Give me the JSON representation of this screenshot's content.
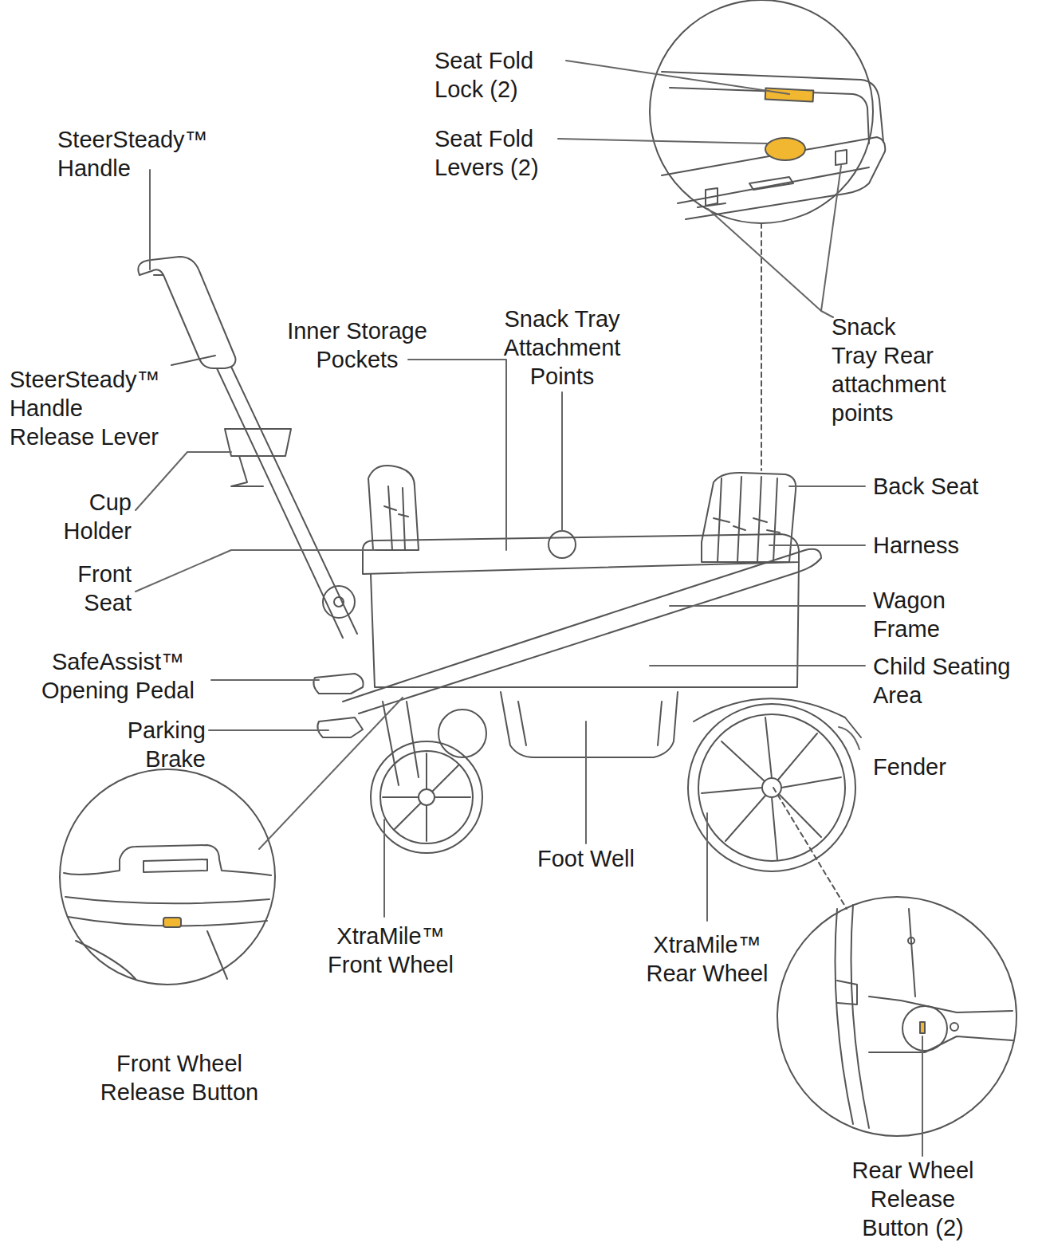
{
  "diagram": {
    "labels": [
      "Seat Fold Lock (2)",
      "Seat Fold Levers (2)",
      "SteerSteady™ Handle",
      "Inner Storage Pockets",
      "Snack Tray Attachment Points",
      "Snack Tray Rear attachment points",
      "SteerSteady™ Handle Release Lever",
      "Cup Holder",
      "Back Seat",
      "Harness",
      "Front Seat",
      "Wagon Frame",
      "SafeAssist™ Opening Pedal",
      "Child Seating Area",
      "Parking Brake",
      "Fender",
      "Foot Well",
      "XtraMile™ Front Wheel",
      "XtraMile™ Rear Wheel",
      "Front Wheel Release Button",
      "Rear Wheel Release Button (2)"
    ]
  }
}
